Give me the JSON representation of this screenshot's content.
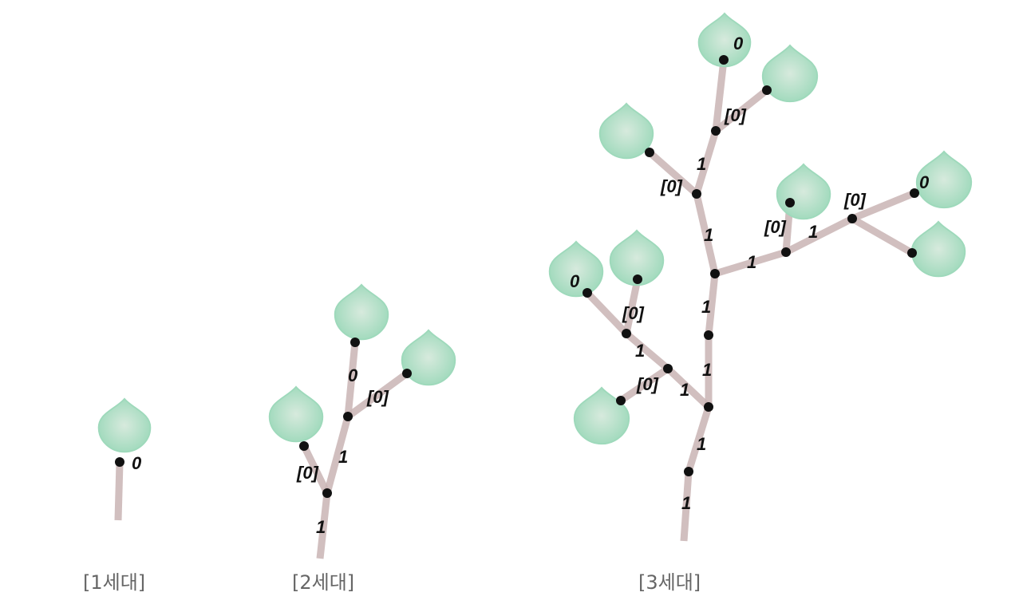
{
  "generations": {
    "gen1": "[1세대]",
    "gen2": "[2세대]",
    "gen3": "[3세대]"
  },
  "labels": {
    "zero": "0",
    "one": "1",
    "bracket_zero": "[0]"
  },
  "colors": {
    "leaf": "#9ed9bb",
    "branch": "#c9b4b4",
    "node": "#111111"
  }
}
